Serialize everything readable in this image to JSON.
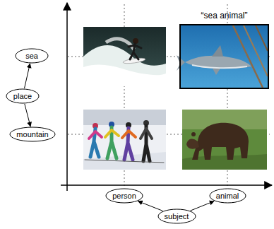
{
  "diagram": {
    "nodes": [
      {
        "text": [
          "“sea animal”"
        ]
      },
      {
        "text": [
          "sea"
        ]
      },
      {
        "text": [
          "place"
        ]
      },
      {
        "text": [
          "mountain"
        ]
      },
      {
        "text": [
          "person"
        ]
      },
      {
        "text": [
          "animal"
        ]
      },
      {
        "text": [
          "subject"
        ]
      }
    ],
    "edges": [
      {
        "from": 2,
        "to": 1,
        "arrow": "to"
      },
      {
        "from": 2,
        "to": 3,
        "arrow": "to"
      },
      {
        "from": 6,
        "to": 4,
        "arrow": "to"
      },
      {
        "from": 6,
        "to": 5,
        "arrow": "to"
      }
    ]
  }
}
